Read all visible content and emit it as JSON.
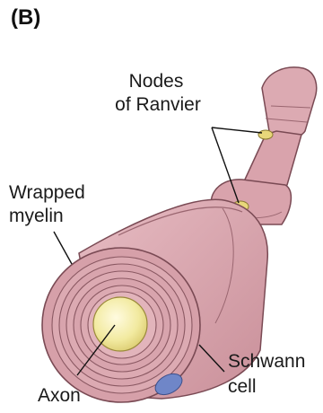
{
  "figure": {
    "panel_label": "(B)",
    "labels": {
      "nodes_line1": "Nodes",
      "nodes_line2": "of Ranvier",
      "myelin_line1": "Wrapped",
      "myelin_line2": "myelin",
      "axon": "Axon",
      "schwann_line1": "Schwann",
      "schwann_line2": "cell"
    }
  },
  "colors": {
    "sheath": "#d9a3ac",
    "sheath_dark": "#b97d88",
    "outline": "#7a4a54",
    "axon": "#f2eaa0",
    "node": "#e8d77a",
    "nucleus": "#6f86c8"
  }
}
